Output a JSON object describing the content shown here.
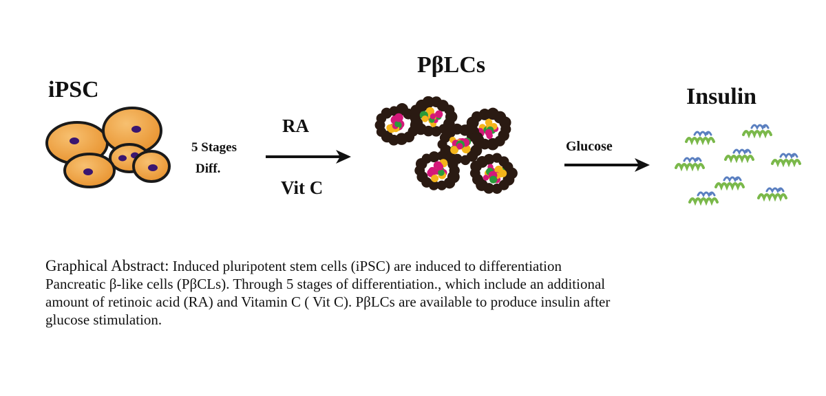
{
  "diagram": {
    "ipsc_label": "iPSC",
    "pblc_label": "PβLCs",
    "insulin_label": "Insulin",
    "stage_label_line1": "5 Stages",
    "stage_label_line2": "Diff.",
    "ra_label": "RA",
    "vitc_label": "Vit C",
    "glucose_label": "Glucose"
  },
  "caption": {
    "lead": "Graphical Abstract:",
    "line1": " Induced pluripotent stem cells (iPSC) are induced to  differentiation",
    "line2": " Pancreatic β-like cells (PβCLs). Through 5 stages of differentiation., which include an additional",
    "line3": "amount of retinoic acid (RA) and Vitamin C ( Vit C). PβLCs are available to produce insulin after",
    "line4": "glucose stimulation."
  },
  "colors": {
    "cell_fill": "#f0a040",
    "cell_nucleus": "#3a1670",
    "cluster_dark": "#2a1a12",
    "cluster_pink": "#d4187a",
    "cluster_yellow": "#f4b41a",
    "cluster_green": "#2a9a3a",
    "protein_green": "#7ab84a",
    "protein_blue": "#5a7fc0"
  }
}
